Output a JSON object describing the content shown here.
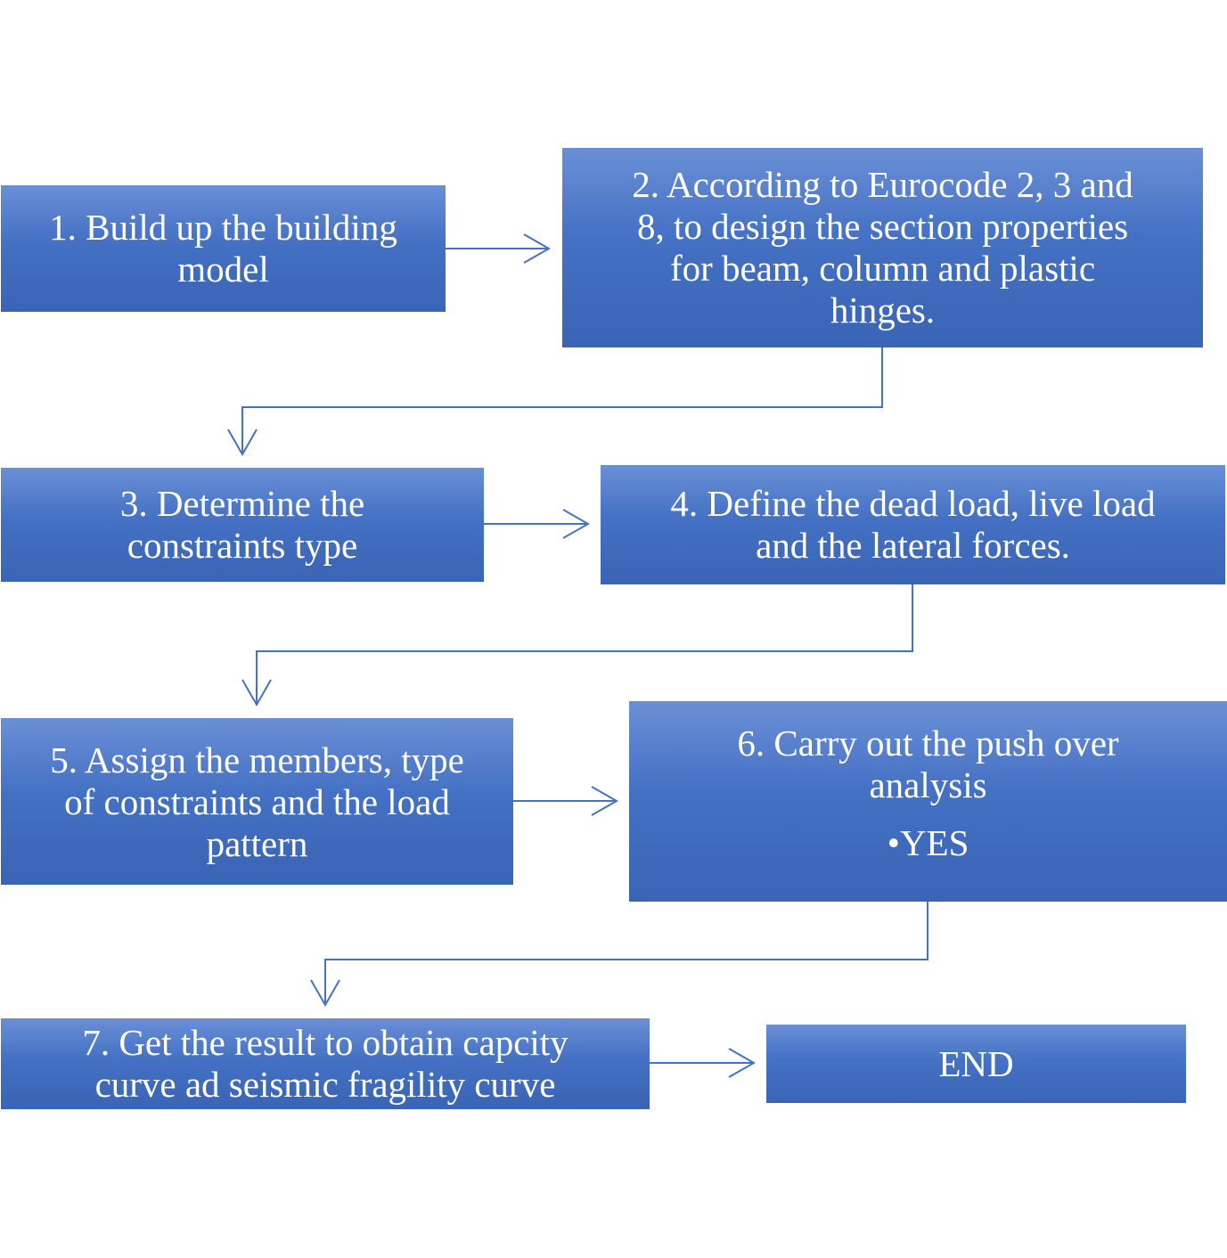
{
  "flowchart": {
    "steps": [
      {
        "id": "step-1",
        "lines": [
          "1. Build up the building",
          "model"
        ]
      },
      {
        "id": "step-2",
        "lines": [
          "2. According to Eurocode 2, 3 and",
          "8, to design the section properties",
          "for beam, column and plastic",
          "hinges."
        ]
      },
      {
        "id": "step-3",
        "lines": [
          "3. Determine the",
          "constraints type"
        ]
      },
      {
        "id": "step-4",
        "lines": [
          "4. Define the dead load, live load",
          "and the lateral forces."
        ]
      },
      {
        "id": "step-5",
        "lines": [
          "5. Assign the members, type",
          "of constraints and the load",
          "pattern"
        ]
      },
      {
        "id": "step-6",
        "lines": [
          "6. Carry out the push over",
          "analysis"
        ],
        "bullet": "YES"
      },
      {
        "id": "step-7",
        "lines": [
          "7. Get the result to obtain capcity",
          "curve ad seismic fragility curve"
        ]
      },
      {
        "id": "end",
        "lines": [
          "END"
        ]
      }
    ]
  },
  "colors": {
    "box_top": "#6a8fd6",
    "box_bottom": "#3a64b5",
    "connector": "#4472c4",
    "text": "#ffffff"
  }
}
